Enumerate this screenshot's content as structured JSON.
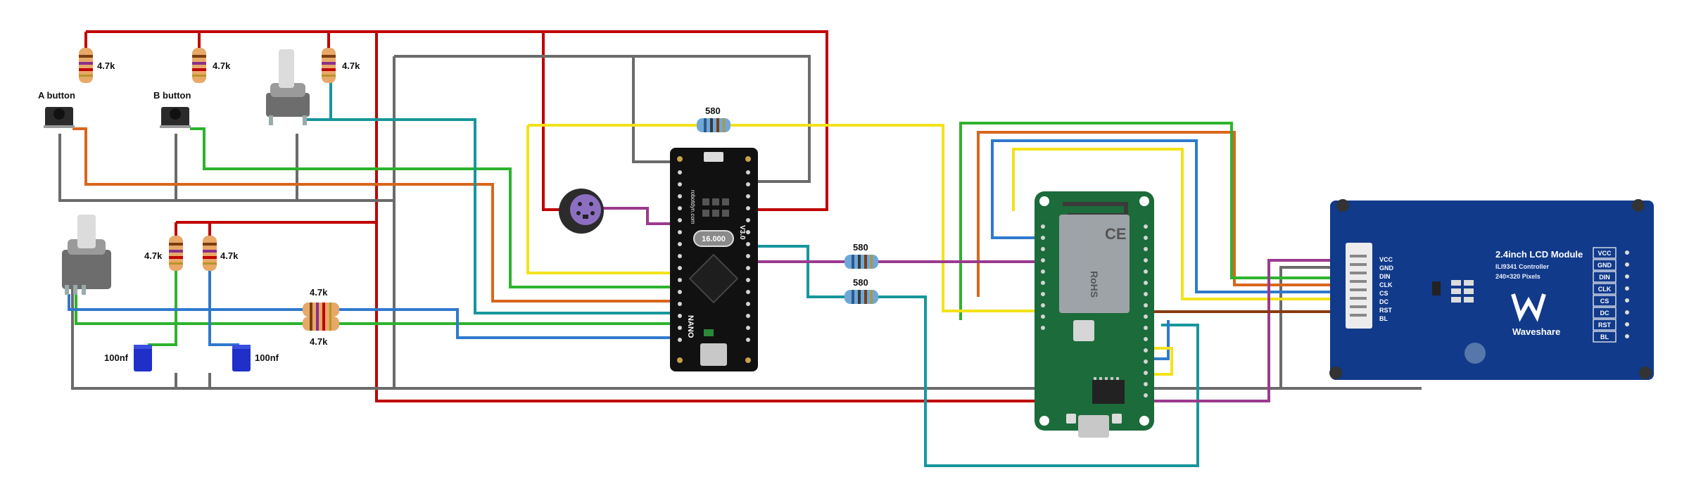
{
  "labels": {
    "a_button": "A button",
    "b_button": "B button",
    "r1": "4.7k",
    "r2": "4.7k",
    "r3": "4.7k",
    "r4": "4.7k",
    "r5": "4.7k",
    "r6": "4.7k",
    "r7": "4.7k",
    "r_580_top": "580",
    "r_580_mid": "580",
    "r_580_low": "580",
    "c1": "100nf",
    "c2": "100nf"
  },
  "nano": {
    "crystal": "16.000",
    "name": "NANO",
    "brand": "robotdyn.com",
    "chip": "V3.0"
  },
  "esp": {
    "brand": "CE",
    "rohs": "RoHS"
  },
  "lcd": {
    "title": "2.4inch LCD Module",
    "controller": "ILI9341 Controller",
    "resolution": "240×320 Pixels",
    "brand": "Waveshare",
    "left_pins": [
      "VCC",
      "GND",
      "DIN",
      "CLK",
      "CS",
      "DC",
      "RST",
      "BL"
    ],
    "right_pins": [
      "VCC",
      "GND",
      "DIN",
      "CLK",
      "CS",
      "DC",
      "RST",
      "BL"
    ]
  },
  "colors": {
    "red": "#c00000",
    "gray": "#6b6b6b",
    "orange": "#d9661c",
    "green": "#2db32d",
    "teal": "#17969c",
    "blue": "#2f79cc",
    "yellow": "#f2e21a",
    "purple": "#9b3a8e",
    "brown": "#8a3a12",
    "nano_board": "#111111",
    "esp_board": "#1c6b3a",
    "lcd_board": "#123a8a"
  }
}
